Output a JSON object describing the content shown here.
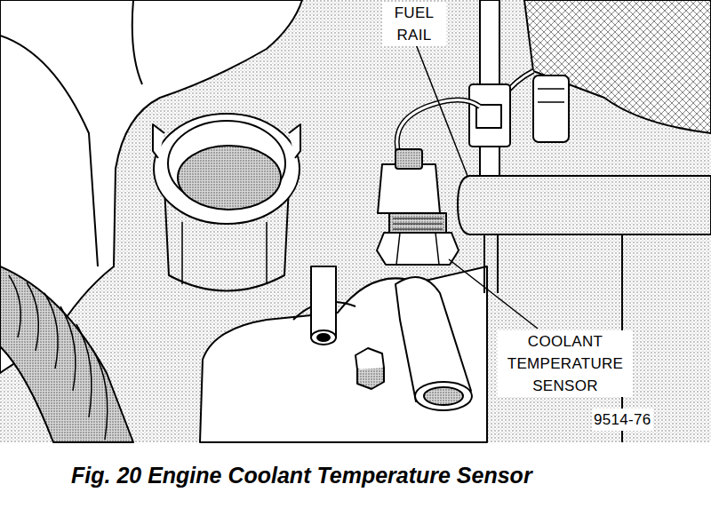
{
  "diagram": {
    "caption": "Fig. 20 Engine Coolant Temperature Sensor",
    "labels": [
      "FUEL RAIL",
      "COOLANT TEMPERATURE SENSOR",
      "9514-76"
    ]
  }
}
